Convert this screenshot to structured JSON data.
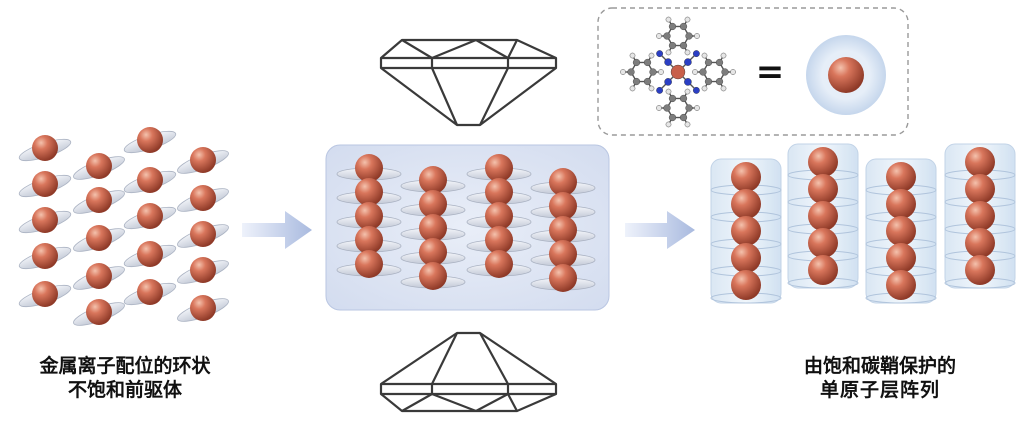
{
  "diagram": {
    "left_caption": {
      "line1": "金属离子配位的环状",
      "line2": "不饱和前驱体"
    },
    "right_caption": {
      "line1": "由饱和碳鞘保护的",
      "line2": "单原子层阵列"
    },
    "legend": {
      "equals_symbol": "="
    },
    "colors": {
      "metal_atom": "#c8604a",
      "metal_highlight": "#f2b49c",
      "ring_disk": "#d9dde6",
      "panel_fill": "#dfe6f4",
      "arrow": "#b7c6e8",
      "carbon": "#7d7d7d",
      "nitrogen": "#2b3fc4",
      "hydrogen": "#e8e8e8",
      "sheath": "#cfe2f3"
    },
    "icons": [
      "prism-top-icon",
      "prism-bottom-icon",
      "arrow-right-icon",
      "molecule-icon",
      "metal-sphere-icon"
    ]
  }
}
